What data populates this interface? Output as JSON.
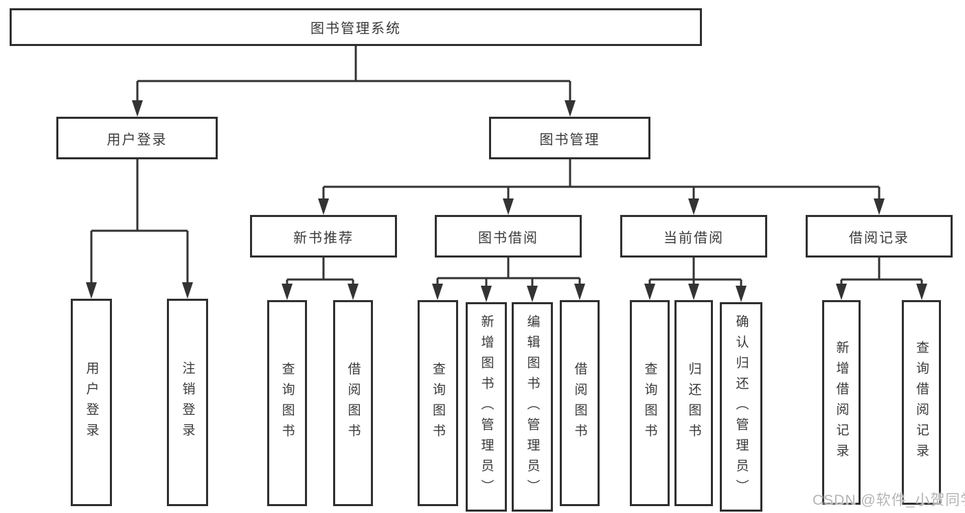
{
  "diagram": {
    "type": "hierarchy",
    "nodes": {
      "root": {
        "label": "图书管理系统",
        "children": [
          "userLogin",
          "bookMgmt"
        ]
      },
      "userLogin": {
        "label": "用户登录",
        "children": [
          "userLoginLeaf",
          "logoutLeaf"
        ]
      },
      "bookMgmt": {
        "label": "图书管理",
        "children": [
          "newBookRec",
          "bookBorrow",
          "currentBorrow",
          "borrowRecords"
        ]
      },
      "newBookRec": {
        "label": "新书推荐",
        "children": [
          "queryBooksA",
          "borrowBooksA"
        ]
      },
      "bookBorrow": {
        "label": "图书借阅",
        "children": [
          "queryBooksB",
          "addBooks",
          "editBooks",
          "borrowBooksB"
        ]
      },
      "currentBorrow": {
        "label": "当前借阅",
        "children": [
          "queryBooksC",
          "returnBooks",
          "confirmReturn"
        ]
      },
      "borrowRecords": {
        "label": "借阅记录",
        "children": [
          "addBorrowRecord",
          "queryBorrowRecord"
        ]
      },
      "userLoginLeaf": {
        "label": "用户登录"
      },
      "logoutLeaf": {
        "label": "注销登录"
      },
      "queryBooksA": {
        "label": "查询图书"
      },
      "borrowBooksA": {
        "label": "借阅图书"
      },
      "queryBooksB": {
        "label": "查询图书"
      },
      "addBooks": {
        "label": "新增图书（管理员）"
      },
      "editBooks": {
        "label": "编辑图书（管理员）"
      },
      "borrowBooksB": {
        "label": "借阅图书"
      },
      "queryBooksC": {
        "label": "查询图书"
      },
      "returnBooks": {
        "label": "归还图书"
      },
      "confirmReturn": {
        "label": "确认归还（管理员）"
      },
      "addBorrowRecord": {
        "label": "新增借阅记录"
      },
      "queryBorrowRecord": {
        "label": "查询借阅记录"
      }
    },
    "colors": {
      "line": "#333333",
      "border": "#2f2f2f",
      "text": "#3a3a3a",
      "background": "#ffffff"
    }
  },
  "watermark": {
    "text": "CSDN @软件_小贺同学",
    "color": "#b5b5b5"
  }
}
